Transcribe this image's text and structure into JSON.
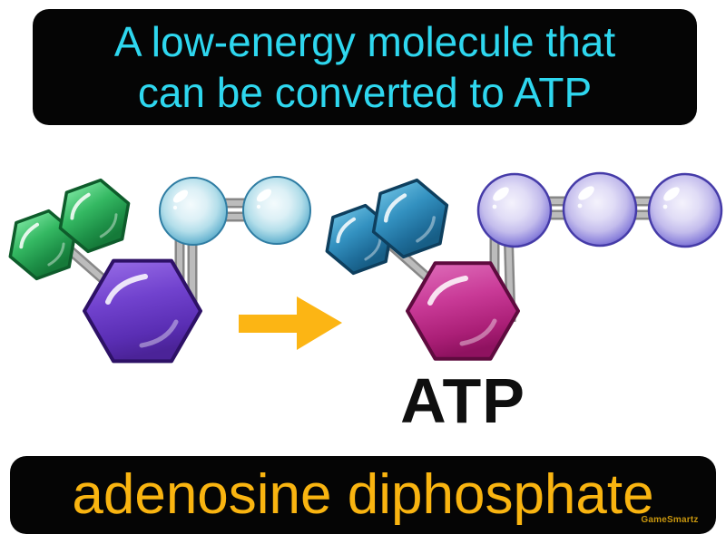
{
  "definition_banner": {
    "line1": "A low-energy molecule that",
    "line2": "can be converted to ATP",
    "text_color": "#2ed7ef",
    "background": "#050505"
  },
  "term_banner": {
    "text": "adenosine diphosphate",
    "text_color": "#f9b410",
    "background": "#050505"
  },
  "diagram": {
    "atp_label": "ATP",
    "arrow_color": "#fcb514",
    "adp_molecule": {
      "phosphate_sphere_count": 2,
      "colors": {
        "small_hexagons": "#2fae5c",
        "large_hexagon": "#6b3fc9",
        "phosphate_spheres": "#8fc9df",
        "bonds": "#9a9a9a"
      }
    },
    "atp_molecule": {
      "phosphate_sphere_count": 3,
      "colors": {
        "small_hexagons": "#2f89b8",
        "large_hexagon": "#c4318f",
        "phosphate_spheres": "#8d84dc",
        "bonds": "#9a9a9a"
      }
    }
  },
  "watermark": "GameSmartz"
}
